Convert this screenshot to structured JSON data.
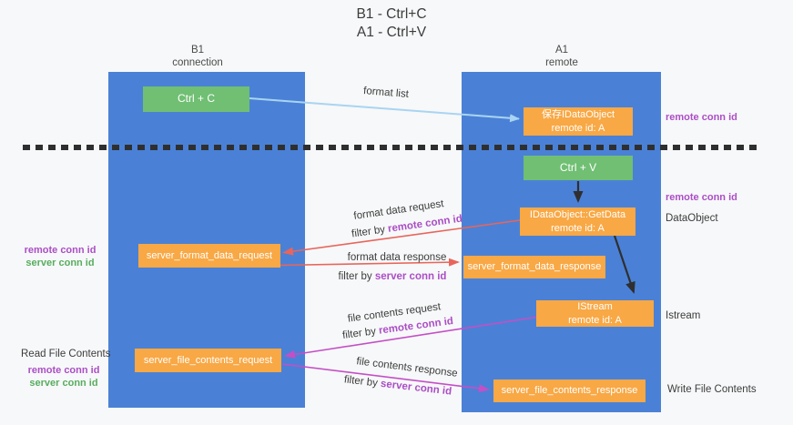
{
  "title": {
    "line1": "B1 - Ctrl+C",
    "line2": "A1 - Ctrl+V"
  },
  "lanes": {
    "left": {
      "name": "B1",
      "sub": "connection"
    },
    "right": {
      "name": "A1",
      "sub": "remote"
    }
  },
  "nodes": {
    "ctrl_c": "Ctrl + C",
    "ctrl_v": "Ctrl + V",
    "save_idataobject": {
      "line1": "保存IDataObject",
      "line2": "remote id: A"
    },
    "getdata": {
      "line1": "IDataObject::GetData",
      "line2": "remote id: A"
    },
    "istream": {
      "line1": "IStream",
      "line2": "remote id: A"
    },
    "format_request": "server_format_data_request",
    "format_response": "server_format_data_response",
    "file_request": "server_file_contents_request",
    "file_response": "server_file_contents_response"
  },
  "side_labels": {
    "remote_conn_id": "remote conn id",
    "server_conn_id": "server conn id",
    "dataobject": "DataObject",
    "istream": "Istream",
    "read_file_contents": "Read File Contents",
    "write_file_contents": "Write File Contents"
  },
  "arrow_labels": {
    "format_list": "format list",
    "format_request": "format data request",
    "format_response": "format data response",
    "file_request": "file contents request",
    "file_response": "file contents response",
    "filter_by": "filter by ",
    "remote_conn_id": "remote conn id",
    "server_conn_id": "server conn id"
  },
  "colors": {
    "lane_blue": "#4a81d6",
    "node_orange": "#f8a845",
    "node_green": "#70bf73",
    "arrow_light_blue": "#a9d4f2",
    "arrow_red": "#e8655c",
    "arrow_magenta": "#c44fc6",
    "text_purple": "#ab4ec6",
    "text_green": "#57ad5f",
    "text_dark": "#3c3c3c",
    "background": "#f7f8f9"
  }
}
